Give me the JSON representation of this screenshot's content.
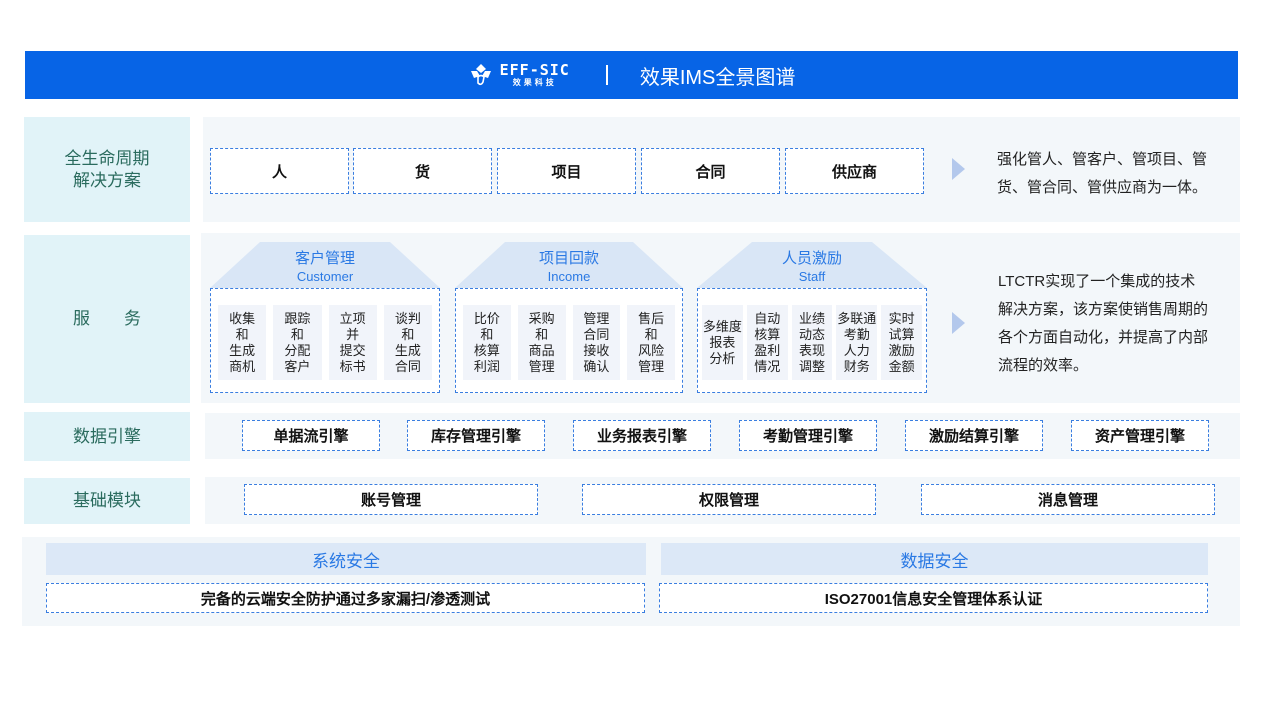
{
  "header": {
    "logo_name": "EFF-SIC",
    "logo_sub": "效果科技",
    "title": "效果IMS全景图谱"
  },
  "colors": {
    "header_bg": "#0764e6",
    "label_bg": "#e1f3f8",
    "label_text": "#2a6b5e",
    "panel_bg": "#f3f7fa",
    "accent_text": "#2a79e4",
    "dashed_border": "#3a7ee0"
  },
  "rows": {
    "lifecycle": {
      "label": "全生命周期\n解决方案",
      "items": [
        "人",
        "货",
        "项目",
        "合同",
        "供应商"
      ],
      "description": "强化管人、管客户、管项目、管货、管合同、管供应商为一体。"
    },
    "service": {
      "label": "服　　务",
      "groups": [
        {
          "title": "客户管理",
          "subtitle": "Customer",
          "items": [
            "收集\n和\n生成\n商机",
            "跟踪\n和\n分配\n客户",
            "立项\n并\n提交\n标书",
            "谈判\n和\n生成\n合同"
          ]
        },
        {
          "title": "项目回款",
          "subtitle": "Income",
          "items": [
            "比价\n和\n核算\n利润",
            "采购\n和\n商品\n管理",
            "管理\n合同\n接收\n确认",
            "售后\n和\n风险\n管理"
          ]
        },
        {
          "title": "人员激励",
          "subtitle": "Staff",
          "items": [
            "多维度\n报表\n分析",
            "自动\n核算\n盈利\n情况",
            "业绩\n动态\n表现\n调整",
            "多联通\n考勤\n人力\n财务",
            "实时\n试算\n激励\n金额"
          ]
        }
      ],
      "description": "LTCTR实现了一个集成的技术解决方案，该方案使销售周期的各个方面自动化，并提高了内部流程的效率。"
    },
    "data_engine": {
      "label": "数据引擎",
      "items": [
        "单据流引擎",
        "库存管理引擎",
        "业务报表引擎",
        "考勤管理引擎",
        "激励结算引擎",
        "资产管理引擎"
      ]
    },
    "base_module": {
      "label": "基础模块",
      "items": [
        "账号管理",
        "权限管理",
        "消息管理"
      ]
    }
  },
  "security": [
    {
      "title": "系统安全",
      "detail": "完备的云端安全防护通过多家漏扫/渗透测试"
    },
    {
      "title": "数据安全",
      "detail": "ISO27001信息安全管理体系认证"
    }
  ],
  "icons": {
    "logo": "leaf-logo-icon",
    "arrow": "triangle-right-icon"
  }
}
